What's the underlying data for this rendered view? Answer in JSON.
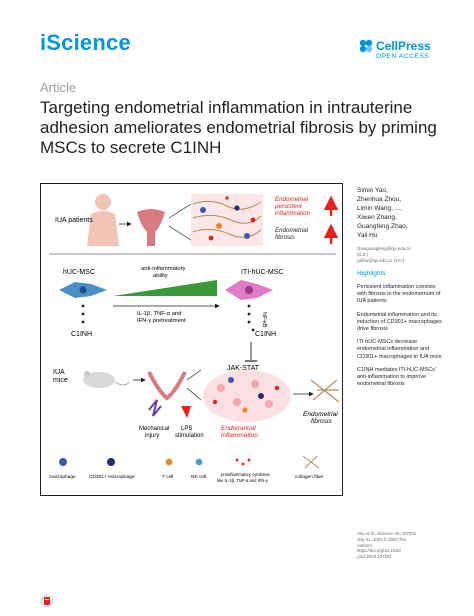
{
  "header": {
    "journal": "iScience",
    "publisher": "CellPress",
    "open_access": "OPEN ACCESS"
  },
  "article": {
    "type_label": "Article",
    "title": "Targeting endometrial inflammation in intrauterine adhesion ameliorates endometrial fibrosis by priming MSCs to secrete C1INH"
  },
  "figure": {
    "iua_patients": "IUA patients",
    "persistent_inflammation": [
      "Endometrial",
      "persistent",
      "inflammation"
    ],
    "fibrosis_top": [
      "Endometrial",
      "fibrosis"
    ],
    "huc_msc": "hUC-MSC",
    "iti_huc_msc": "ITI-hUC-MSC",
    "anti_inflammatory": [
      "anti-inflammatory",
      "ability"
    ],
    "pretreatment": [
      "IL-1β, TNF-α and",
      "IFN-γ pretreatment"
    ],
    "c1inh_left": "C1INH",
    "c1inh_right": "C1INH",
    "nfkb": "NF-κB",
    "jak_stat": "JAK-STAT",
    "iua_mice": [
      "IUA",
      "mice"
    ],
    "endometrial_inflammation": [
      "Endometrial",
      "inflammation"
    ],
    "fibrosis_bottom": [
      "Endometrial",
      "fibrosis"
    ],
    "mechanical_injury": [
      "Mechanical",
      "injury"
    ],
    "lps_stimulation": [
      "LPS",
      "stimulation"
    ],
    "legend": {
      "macrophage": "macrophage",
      "cd301_macrophage": "CD301+ macrophage",
      "t_cell": "T cell",
      "nk_cell": "NK cell",
      "cytokines": [
        "proinflammatory cytokines",
        "like IL-1β, TNF-α and IFN-γ"
      ],
      "collagen": "collagen fiber"
    }
  },
  "sidebar": {
    "authors": [
      "Simin Yao,",
      "Zhenhua Zhou,",
      "Limin Wang, ...,",
      "Xiwen Zhang,",
      "Guangfeng Zhao,",
      "Yali Hu"
    ],
    "emails": [
      "zhaoguangfeng@nju.edu.cn",
      "(G.Z.)",
      "yalihu@nju.edu.cn (Y.H.)"
    ],
    "highlights_title": "Highlights",
    "highlights": [
      "Persistent inflammation coexists with fibrosis in the endometrium of IUA patients",
      "Endometrial inflammation and its induction of CD301+ macrophages drive fibrosis",
      "ITI-hUC-MSCs decrease endometrial inflammation and CD301+ macrophages in IUA mice",
      "C1INH mediates ITI-hUC-MSCs' anti-inflammation to improve endometrial fibrosis"
    ],
    "citation": [
      "Yao et al., iScience 26, 107201",
      "July 21, 2023 © 2023 The",
      "Authors.",
      "https://doi.org/10.1016/",
      "j.isci.2023.107201"
    ]
  },
  "colors": {
    "brand": "#0096d6",
    "red_label": "#e2231a",
    "green_arrow": "#3a9a3a",
    "msc_blue": "#4a90c8",
    "iti_pink": "#e07bc8"
  }
}
